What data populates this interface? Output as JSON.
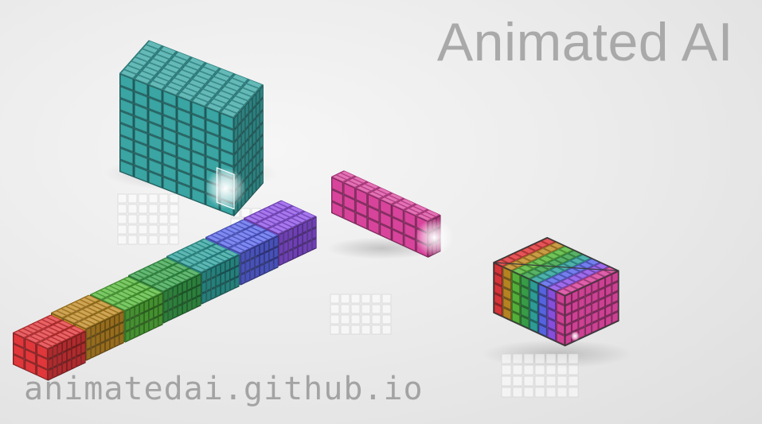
{
  "header": {
    "title": "Animated AI"
  },
  "footer": {
    "url": "animatedai.github.io"
  },
  "scene": {
    "input_tensor": {
      "color": "#3aa5a3",
      "cube_dims": [
        8,
        8,
        8
      ]
    },
    "filter_colors": [
      "#e0373b",
      "#c08a25",
      "#57b83c",
      "#3aa34b",
      "#30a39d",
      "#5b68ea",
      "#8d52e6"
    ],
    "selected_filter": {
      "color": "#d8449b",
      "cube_dims": [
        3,
        3,
        8
      ]
    },
    "output_tensor": {
      "face_colors": [
        "#e0373b",
        "#c08a25",
        "#57b83c",
        "#3aa34b",
        "#30a39d",
        "#5b68ea",
        "#8d52e6",
        "#d8449b"
      ],
      "top_color": "#c0448a"
    }
  }
}
